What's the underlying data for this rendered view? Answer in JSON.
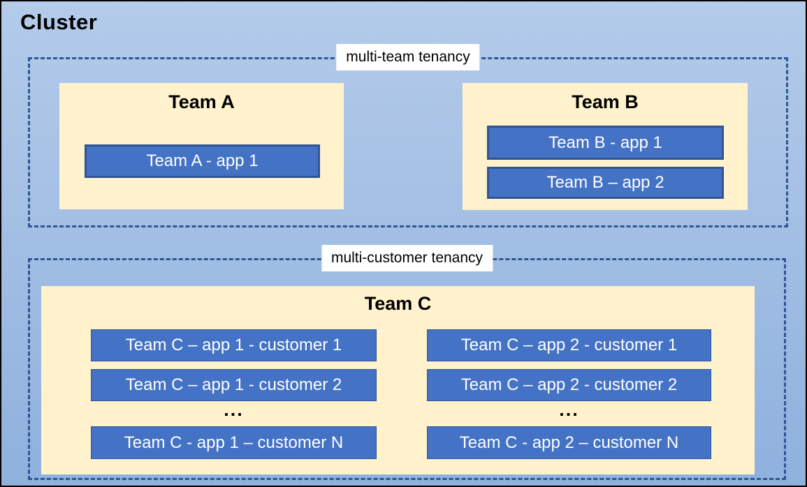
{
  "cluster": {
    "title": "Cluster"
  },
  "multi_team": {
    "label": "multi-team tenancy",
    "team_a": {
      "name": "Team A",
      "apps": [
        "Team A - app 1"
      ]
    },
    "team_b": {
      "name": "Team B",
      "apps": [
        "Team B - app 1",
        "Team B – app 2"
      ]
    }
  },
  "multi_customer": {
    "label": "multi-customer tenancy",
    "team_c": {
      "name": "Team C",
      "col1": {
        "rows": [
          "Team C – app 1 - customer 1",
          "Team C – app 1 - customer 2",
          "Team C - app 1 – customer N"
        ],
        "ellipsis": "..."
      },
      "col2": {
        "rows": [
          "Team C – app 2 - customer 1",
          "Team C – app 2 - customer 2",
          "Team C - app 2 – customer N"
        ],
        "ellipsis": "..."
      }
    }
  },
  "colors": {
    "bg_top": "#b4cbea",
    "bg_bottom": "#8fb1dd",
    "panel_cream": "#fff2cc",
    "app_blue": "#4472c4",
    "border_dark_blue": "#2f5597",
    "dash_blue": "#2f5597",
    "label_bg": "#ffffff",
    "app_text": "#ffffff",
    "title_text": "#000000"
  }
}
